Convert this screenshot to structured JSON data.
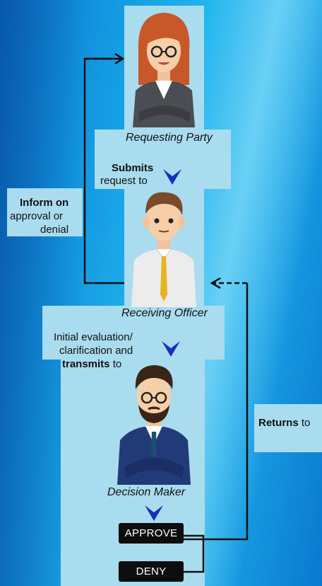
{
  "actors": {
    "requesting_party": "Requesting Party",
    "receiving_officer": "Receiving Officer",
    "decision_maker": "Decision Maker"
  },
  "steps": {
    "submits_bold": "Submits",
    "submits_rest": "request to",
    "initial_line1": "Initial evaluation/",
    "initial_line2": "clarification and",
    "transmits_bold": "transmits",
    "transmits_rest": " to"
  },
  "side_labels": {
    "inform_bold": "Inform on",
    "inform_line2": "approval or",
    "inform_line3": "denial",
    "returns_bold": "Returns",
    "returns_rest": " to"
  },
  "decisions": {
    "approve": "APPROVE",
    "deny": "DENY"
  },
  "colors": {
    "panel": "#a9dcee",
    "chevron": "#1a2fb8",
    "button_bg": "#0d0d0d",
    "connector": "#111111"
  },
  "icons": [
    "woman-avatar-icon",
    "man-avatar-icon",
    "bearded-man-avatar-icon",
    "chevron-down-icon"
  ]
}
